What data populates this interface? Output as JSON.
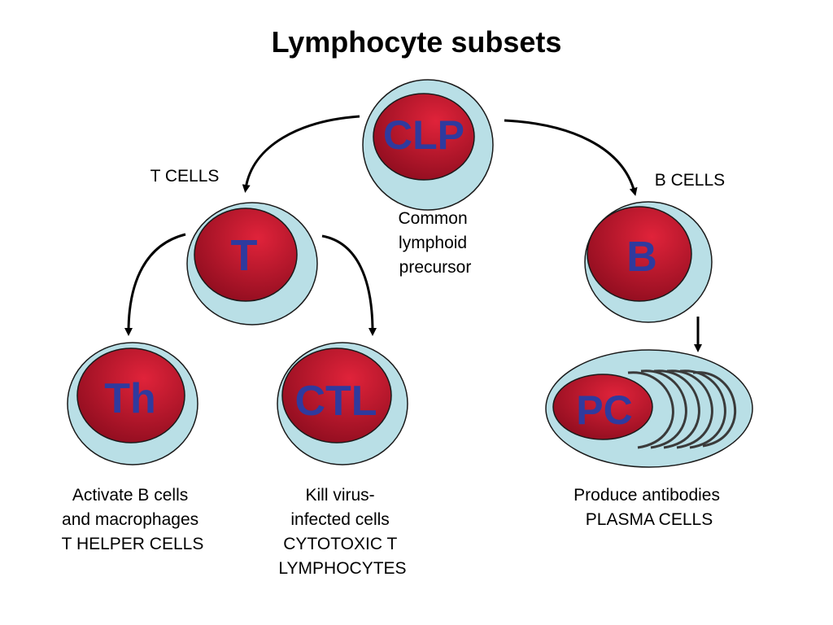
{
  "title": "Lymphocyte subsets",
  "colors": {
    "cytoplasm": "#b9dfe6",
    "nucleus_light": "#e0233a",
    "nucleus_dark": "#8f0d1f",
    "cell_text": "#2f3a9e"
  },
  "cells": {
    "clp": {
      "label": "CLP",
      "description": [
        "Common",
        "lymphoid",
        "precursor"
      ]
    },
    "t": {
      "label": "T",
      "branch_label": "T CELLS"
    },
    "b": {
      "label": "B",
      "branch_label": "B CELLS"
    },
    "th": {
      "label": "Th",
      "description": [
        "Activate B cells",
        "and macrophages",
        "T HELPER CELLS"
      ]
    },
    "ctl": {
      "label": "CTL",
      "description": [
        "Kill virus-",
        "infected cells",
        "CYTOTOXIC T",
        "LYMPHOCYTES"
      ]
    },
    "pc": {
      "label": "PC",
      "description": [
        "Produce antibodies",
        "PLASMA CELLS"
      ]
    }
  }
}
